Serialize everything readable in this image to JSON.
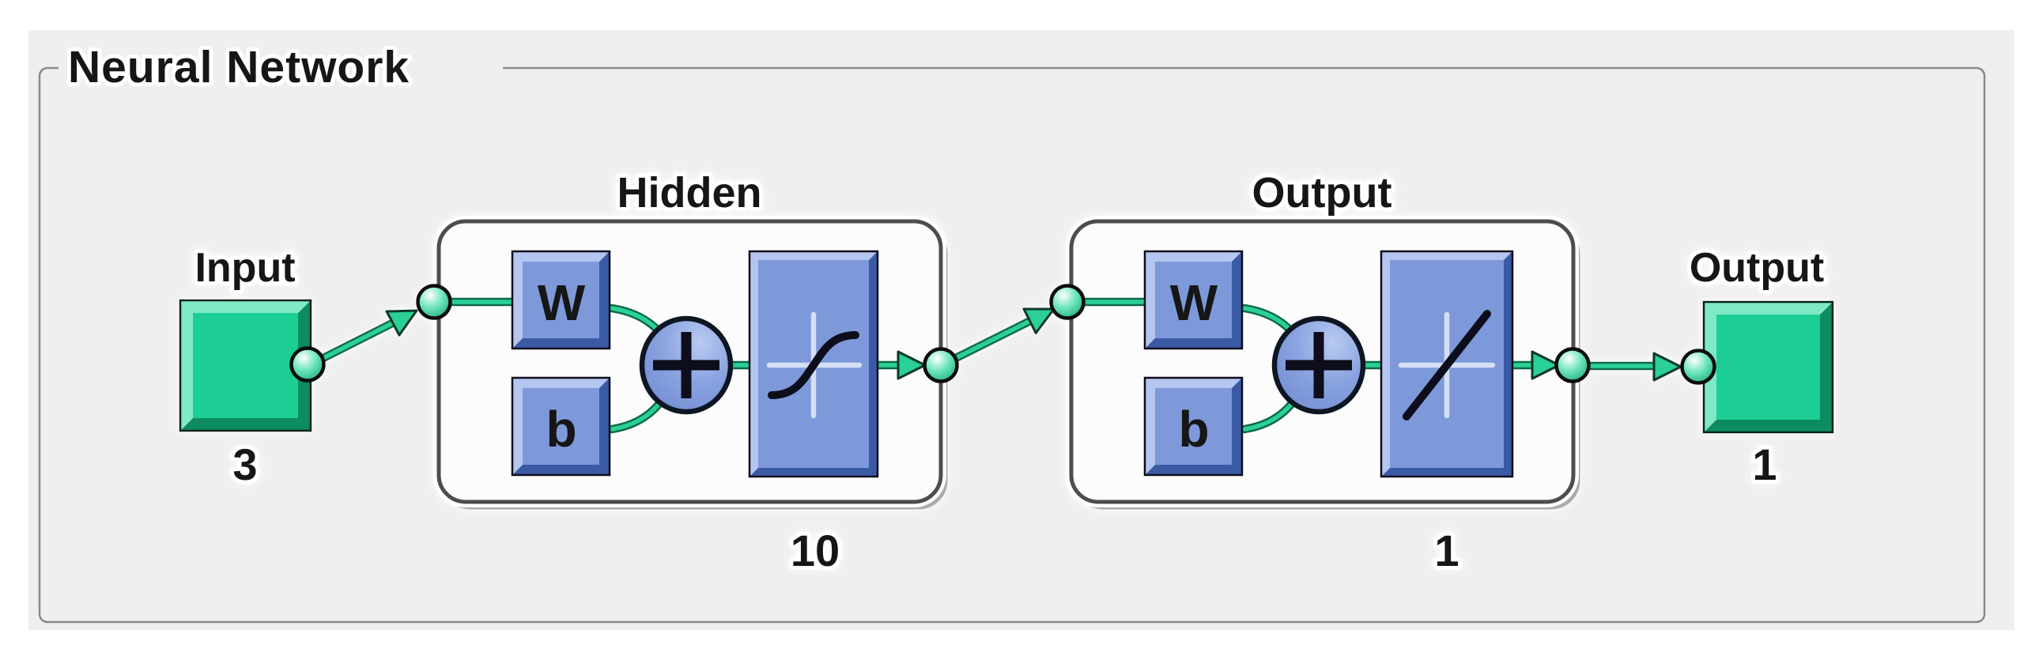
{
  "window": {
    "title": "Neural Network"
  },
  "diagram": {
    "input_block": {
      "label": "Input",
      "size": "3"
    },
    "hidden_layer": {
      "label": "Hidden",
      "weight_label": "W",
      "bias_label": "b",
      "size": "10"
    },
    "output_layer": {
      "label": "Output",
      "weight_label": "W",
      "bias_label": "b",
      "size": "1"
    },
    "output_block": {
      "label": "Output",
      "size": "1"
    },
    "icons": {
      "hidden_activation": "sigmoid-curve-icon",
      "output_activation": "linear-slope-icon",
      "sum": "plus-circle-icon",
      "connector": "connector-dot-icon",
      "flow": "arrow-right-icon"
    },
    "colors": {
      "accent_green": "#1fce95",
      "accent_blue": "#7e99da",
      "connector_green": "#2bd095",
      "panel_background": "#eeefee",
      "frame_border": "#8a8a8a",
      "layer_box_border": "#4e4e4e"
    }
  }
}
